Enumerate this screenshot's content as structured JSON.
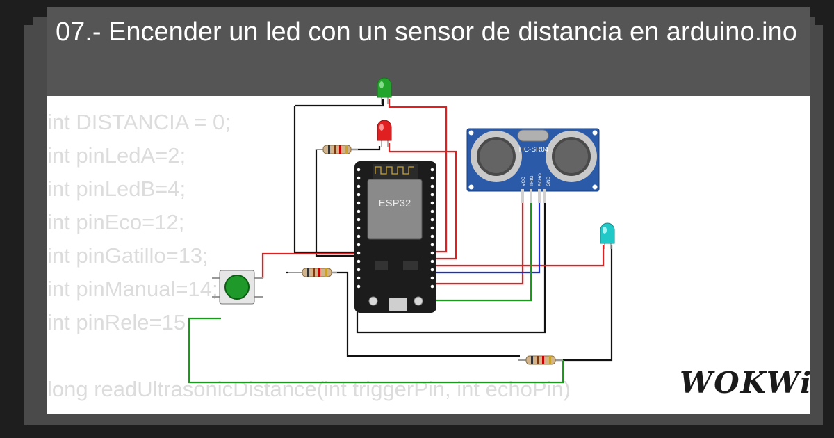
{
  "header": {
    "title": "07.- Encender un led con un sensor de distancia en arduino.ino"
  },
  "code_lines": [
    "int DISTANCIA = 0;",
    "int pinLedA=2;",
    "int pinLedB=4;",
    "int pinEco=12;",
    "int pinGatillo=13;",
    "int pinManual=14;",
    "int pinRele=15;",
    "",
    "long readUltrasonicDistance(int triggerPin, int echoPin)",
    "{"
  ],
  "diagram": {
    "board_label": "ESP32",
    "sensor_label": "HC-SR04",
    "sensor_pins": [
      "VCC",
      "TRIG",
      "ECHO",
      "GND"
    ],
    "led_colors": [
      "#22a52a",
      "#e02020",
      "#20c8c8"
    ],
    "wire_colors": {
      "red": "#e02020",
      "black": "#111111",
      "blue": "#1a2ad8",
      "green": "#1a9a1a"
    }
  },
  "brand": {
    "logo_text": "WOKWi"
  }
}
